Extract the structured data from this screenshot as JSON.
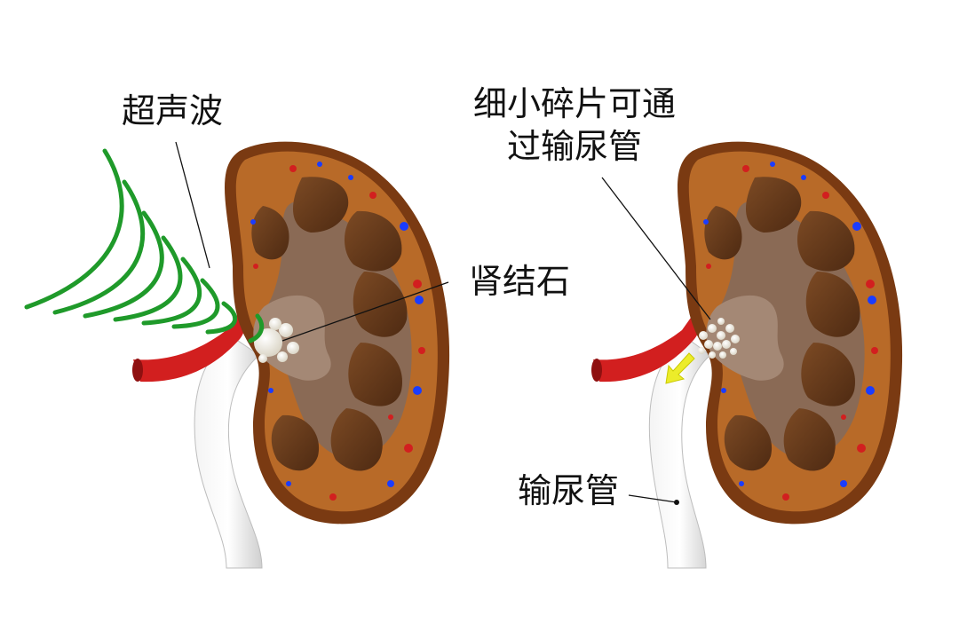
{
  "labels": {
    "ultrasound": "超声波",
    "kidney_stone": "肾结石",
    "fragments_line1": "细小碎片可通",
    "fragments_line2": "过输尿管",
    "ureter": "输尿管"
  },
  "colors": {
    "background": "#ffffff",
    "cortex": "#b86a28",
    "medulla_pyramid": "#6b3d1c",
    "pelvis": "#8a6a55",
    "capsule": "#7a3a12",
    "artery": "#d21f1f",
    "vein_dot": "#1a3cff",
    "ureter": "#e6e6e6",
    "wave": "#1f9a2a",
    "arrow": "#ecec2a",
    "stone": "#f6f2e8"
  }
}
